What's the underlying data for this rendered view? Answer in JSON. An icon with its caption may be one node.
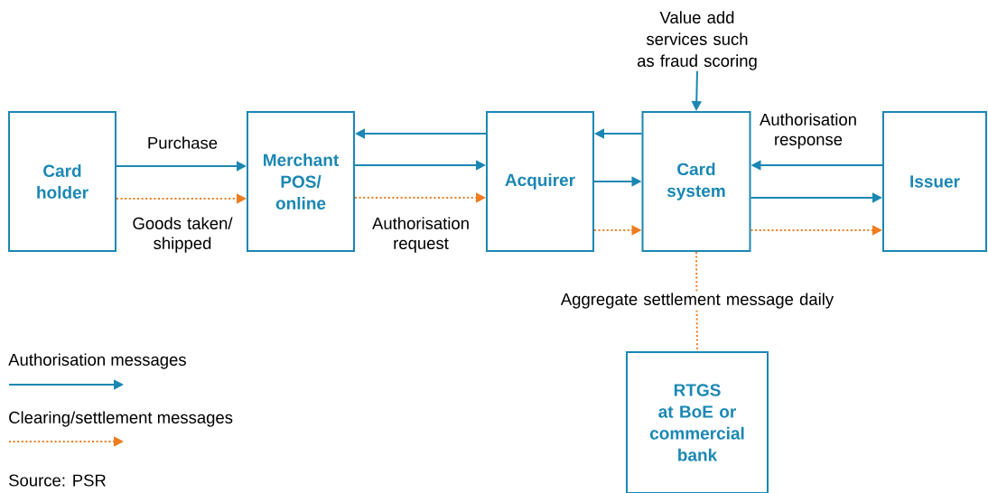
{
  "diagram": {
    "nodes": [
      {
        "text": [
          "Card holder"
        ]
      },
      {
        "text": [
          "Merchant POS/ online"
        ]
      },
      {
        "text": [
          "Acquirer"
        ]
      },
      {
        "text": [
          "Card system"
        ]
      },
      {
        "text": [
          "Issuer"
        ]
      },
      {
        "text": [
          "RTGS",
          "at BoE or commercial bank"
        ]
      },
      {
        "text": [
          "Value add services such as fraud scoring"
        ]
      }
    ],
    "edges": [
      {
        "from": 0,
        "to": 1,
        "arrow": "to",
        "label": "Purchase"
      },
      {
        "from": 0,
        "to": 1,
        "arrow": "to",
        "style": "dashed",
        "color": "#ee7d1f",
        "label": "Goods taken/ shipped"
      },
      {
        "from": 2,
        "to": 1,
        "arrow": "to"
      },
      {
        "from": 1,
        "to": 2,
        "arrow": "to"
      },
      {
        "from": 1,
        "to": 2,
        "arrow": "to",
        "style": "dashed",
        "color": "#ee7d1f",
        "label": "Authorisation request"
      },
      {
        "from": 3,
        "to": 2,
        "arrow": "to"
      },
      {
        "from": 2,
        "to": 3,
        "arrow": "to"
      },
      {
        "from": 2,
        "to": 3,
        "arrow": "to",
        "style": "dashed",
        "color": "#ee7d1f"
      },
      {
        "from": 4,
        "to": 3,
        "arrow": "to",
        "label": "Authorisation response"
      },
      {
        "from": 3,
        "to": 4,
        "arrow": "to"
      },
      {
        "from": 3,
        "to": 4,
        "arrow": "to",
        "style": "dashed",
        "color": "#ee7d1f"
      },
      {
        "from": 6,
        "to": 3,
        "arrow": "to"
      },
      {
        "from": 3,
        "to": 5,
        "arrow": "none",
        "style": "dashed",
        "color": "#ee7d1f",
        "label": "Aggregate settlement message daily"
      }
    ],
    "labels": [
      "Source: PSR"
    ],
    "legend": [
      {
        "text": "Authorisation messages"
      },
      {
        "text": "Clearing/settlement messages"
      }
    ]
  }
}
